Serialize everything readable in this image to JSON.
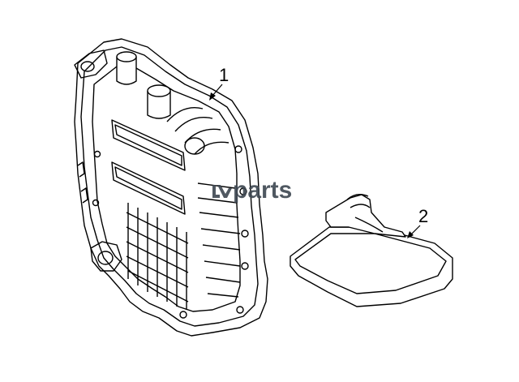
{
  "callouts": [
    {
      "id": "1",
      "label": "1"
    },
    {
      "id": "2",
      "label": "2"
    }
  ],
  "watermark": {
    "text": "parts",
    "color": "#3d4650"
  },
  "colors": {
    "line": "#000000",
    "background": "#ffffff"
  }
}
